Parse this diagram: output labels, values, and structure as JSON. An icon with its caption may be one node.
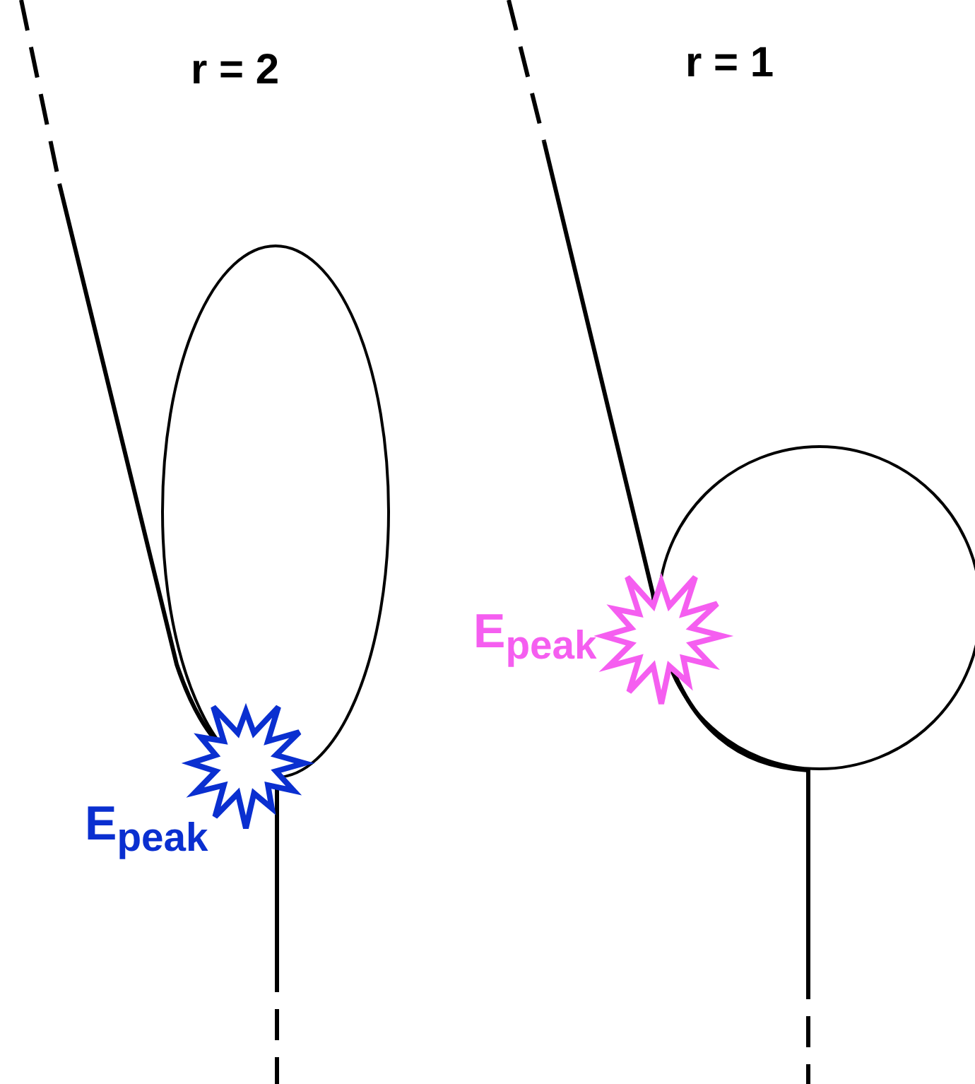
{
  "diagram": {
    "labels": [
      "r = 2",
      "r = 1",
      "E$_{peak}$",
      "E$_{peak}$"
    ]
  }
}
